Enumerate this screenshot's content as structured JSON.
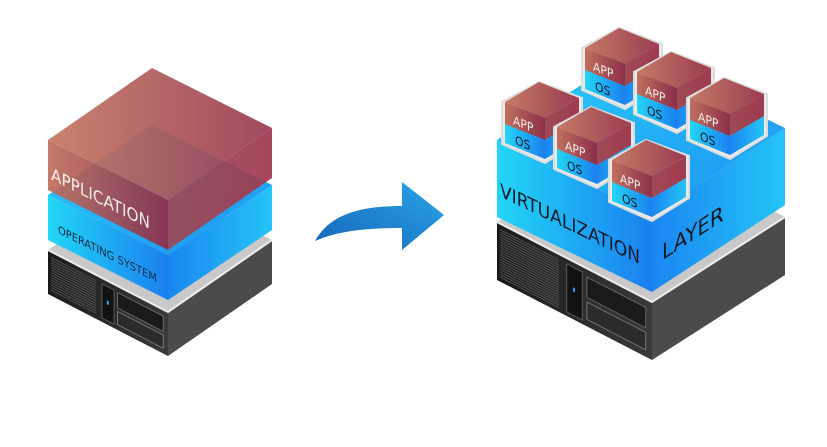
{
  "left_stack": {
    "application_label": "APPLICATION",
    "os_label": "OPERATING SYSTEM"
  },
  "right_stack": {
    "virtualization_label_left": "VIRTUALIZATION",
    "virtualization_label_right": "LAYER",
    "vms": [
      {
        "app": "APP",
        "os": "OS"
      },
      {
        "app": "APP",
        "os": "OS"
      },
      {
        "app": "APP",
        "os": "OS"
      },
      {
        "app": "APP",
        "os": "OS"
      },
      {
        "app": "APP",
        "os": "OS"
      },
      {
        "app": "APP",
        "os": "OS"
      }
    ]
  },
  "colors": {
    "app_light": "#c0705e",
    "app_dark": "#8c2f4a",
    "os_light": "#22d6f6",
    "os_dark": "#1b7ff0",
    "arrow": "#1e8fd8"
  }
}
